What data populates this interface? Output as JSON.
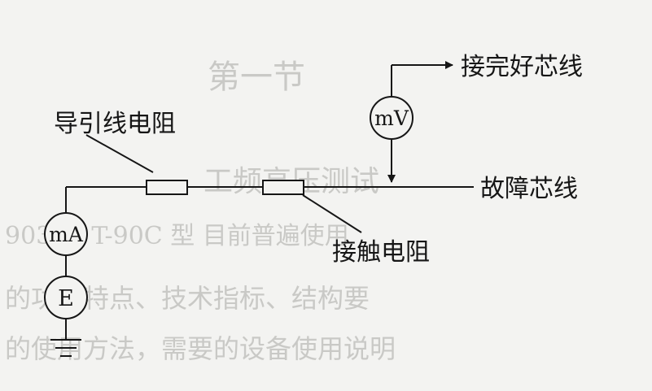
{
  "background_bleed_text": {
    "line1": "第一节",
    "line2": "工频高压测试",
    "line3": "903 及 T-90C 型 目前普遍使用",
    "line4": "的功能特点、技术指标、结构要",
    "line5": "的使用方法，需要的设备使用说明"
  },
  "labels": {
    "good_core": "接完好芯线",
    "lead_resistance": "导引线电阻",
    "faulty_core": "故障芯线",
    "contact_resistance": "接触电阻"
  },
  "instruments": {
    "millivoltmeter": "mV",
    "milliammeter": "mA",
    "source": "E"
  },
  "colors": {
    "ink": "#161616",
    "paper": "#f3f3f1",
    "bleed": "#c9c9c6"
  }
}
